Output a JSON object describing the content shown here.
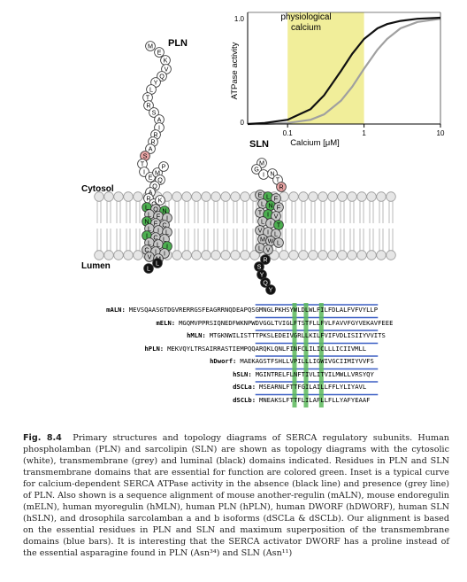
{
  "inset": {
    "ylabel": "ATPase activity",
    "xlabel": "Calcium [μM]",
    "region_label_1": "physiological",
    "region_label_2": "calcium",
    "y_ticks": [
      "1.0",
      "0"
    ],
    "x_ticks": [
      "0.1",
      "1",
      "10"
    ]
  },
  "chart_data": {
    "type": "line",
    "xlabel": "Calcium [μM]",
    "ylabel": "ATPase activity",
    "x_scale": "log",
    "xlim": [
      0.03,
      10
    ],
    "ylim": [
      0,
      1.0
    ],
    "highlight_region": [
      0.1,
      1
    ],
    "series": [
      {
        "color": "#111111",
        "x": [
          0.03,
          0.05,
          0.1,
          0.2,
          0.3,
          0.5,
          0.7,
          1,
          1.5,
          2,
          3,
          5,
          10
        ],
        "values": [
          0.0,
          0.01,
          0.04,
          0.14,
          0.27,
          0.5,
          0.66,
          0.8,
          0.9,
          0.94,
          0.97,
          0.99,
          1.0
        ]
      },
      {
        "color": "#a0a0a0",
        "x": [
          0.03,
          0.05,
          0.1,
          0.2,
          0.3,
          0.5,
          0.7,
          1,
          1.5,
          2,
          3,
          5,
          10
        ],
        "values": [
          0.0,
          0.0,
          0.01,
          0.04,
          0.09,
          0.22,
          0.35,
          0.52,
          0.7,
          0.8,
          0.9,
          0.96,
          0.99
        ]
      }
    ]
  },
  "labels": {
    "pln": "PLN",
    "sln": "SLN",
    "cytosol": "Cytosol",
    "lumen": "Lumen"
  },
  "colors": {
    "cytosolic": "#ffffff",
    "transmembrane": "#c8c8c8",
    "luminal": "#111111",
    "essential": "#4caf50",
    "phospho": "#e8a4a4",
    "region": "#f1ee9a",
    "tm_bar": "#3b5fc4",
    "align_bar": "#5bb85b"
  },
  "pln_residues": {
    "cyto": [
      "M",
      "E",
      "K",
      "V",
      "Q",
      "Y",
      "L",
      "T",
      "R",
      "S",
      "A",
      "I",
      "R",
      "R",
      "A",
      "S",
      "T",
      "I",
      "E",
      "M",
      "P",
      "Q",
      "Q",
      "A",
      "R",
      "Q",
      "K"
    ],
    "tm": [
      "L",
      "Q",
      "N",
      "L",
      "F",
      "I",
      "N",
      "F",
      "C",
      "L",
      "I",
      "L",
      "I",
      "C",
      "L",
      "L",
      "L",
      "I",
      "C",
      "I",
      "I",
      "V",
      "M"
    ],
    "lumen": [
      "L",
      "L"
    ]
  },
  "sln_residues": {
    "cyto": [
      "M",
      "G",
      "I",
      "N",
      "T",
      "R"
    ],
    "tm": [
      "E",
      "L",
      "F",
      "L",
      "N",
      "F",
      "T",
      "I",
      "V",
      "L",
      "I",
      "T",
      "V",
      "I",
      "L",
      "M",
      "W",
      "L",
      "L",
      "V"
    ],
    "lumen": [
      "R",
      "S",
      "Y",
      "Q",
      "Y"
    ]
  },
  "alignment": [
    {
      "name": "mALN:",
      "seq": "MEVSQAASGTDGVRERRGSFEAGRRNQDEAPQSGMNGLPKHSYWLDLWLFILFDLALFVFVYLLP"
    },
    {
      "name": "mELN:",
      "seq": "MGQMVPPRSIQNEDFWKNPWDVGGLTVIGLFTSTFLLFVLFAVVFGYVEKAVFEEE"
    },
    {
      "name": "hMLN:",
      "seq": "MTGKNWILISTTTPKSLEDEIVGRLLKILFVIFVDLISIIYVVITS"
    },
    {
      "name": "hPLN:",
      "seq": "MEKVQYLTRSAIRRASTIEMPQQARQKLQNLFINFCLILICLLLICIIVMLL"
    },
    {
      "name": "hDworf:",
      "seq": "MAEKAGSTFSHLLVPILLLIGWIVGCIIMIYVVFS"
    },
    {
      "name": "hSLN:",
      "seq": "MGINTRELFLNFTIVLITVILMWLLVRSYQY"
    },
    {
      "name": "dSCLa:",
      "seq": "MSEARNLFTTFGILAILLFFLYLIYAVL"
    },
    {
      "name": "dSCLb:",
      "seq": "MNEAKSLFTTFLILAFLLFLLYAFYEAAF"
    }
  ],
  "caption": {
    "fig_label": "Fig. 8.4",
    "text": "Primary structures and topology diagrams of SERCA regulatory subunits. Human phospholamban (PLN) and sarcolipin (SLN) are shown as topology diagrams with the cytosolic (white), transmembrane (grey) and luminal (black) domains indicated. Residues in PLN and SLN transmembrane domains that are essential for function are colored green. Inset is a typical curve for calcium-dependent SERCA ATPase activity in the absence (black line) and presence (grey line) of PLN. Also shown is a sequence alignment of mouse another-regulin (mALN), mouse endoregulin (mELN), human myoregulin (hMLN), human PLN (hPLN), human DWORF (hDWORF), human SLN (hSLN), and drosophila sarcolamban a and b isoforms (dSCLa & dSCLb). Our alignment is based on the essential residues in PLN and SLN and maximum superposition of the transmembrane domains (blue bars). It is interesting that the SERCA activator DWORF has a proline instead of the essential asparagine found in PLN (Asn³⁴) and SLN (Asn¹¹)"
  }
}
